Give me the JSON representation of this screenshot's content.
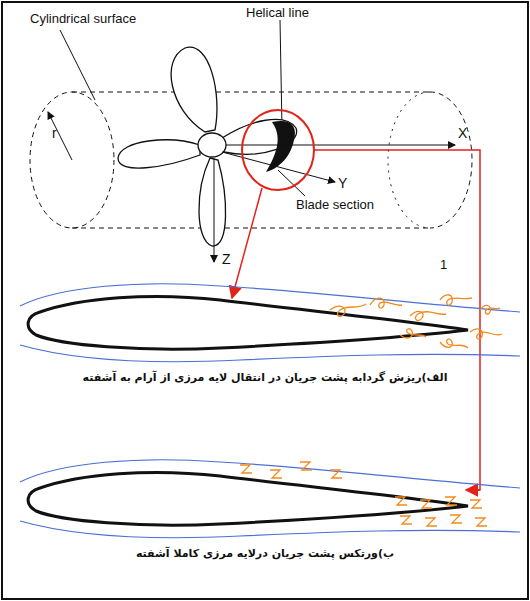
{
  "diagram": {
    "labels": [
      "Cylindrical surface",
      "Helical line",
      "r",
      "X",
      "Y",
      "Blade section",
      "Z",
      "1",
      "الف)ریزش گردابه پشت جریان در انتقال لایه مرزی از آرام به آشفته",
      "ب)ورتکس پشت جریان درلایه مرزی کاملا آشفته"
    ]
  }
}
